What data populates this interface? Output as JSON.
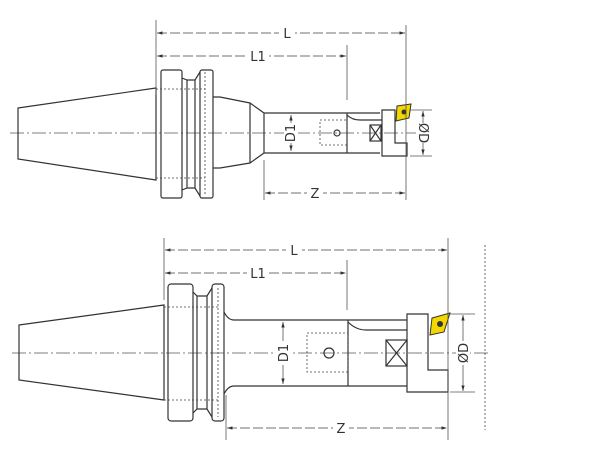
{
  "top_drawing": {
    "L": "L",
    "L1": "L1",
    "D1": "D1",
    "D": "ØD",
    "Z": "Z"
  },
  "bottom_drawing": {
    "L": "L",
    "L1": "L1",
    "D1": "D1",
    "D": "ØD",
    "Z": "Z"
  },
  "colors": {
    "insert": "#f2d800",
    "line": "#333333"
  }
}
